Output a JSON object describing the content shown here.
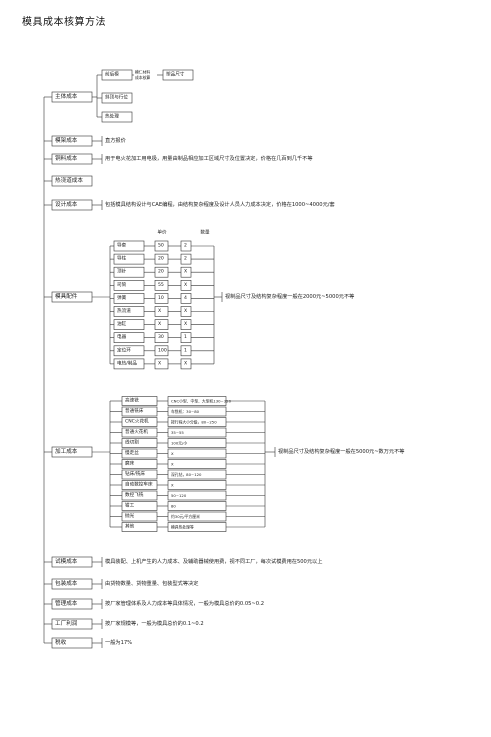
{
  "title": "模具成本核算方法",
  "categories": [
    {
      "label": "主体成本"
    },
    {
      "label": "模架成本",
      "desc": "直方报价"
    },
    {
      "label": "铜料成本",
      "desc": "用于电火花加工用电极，用量由制品相应加工区域尺寸及位置决定，价格在几百到几千不等"
    },
    {
      "label": "热浇道成本"
    },
    {
      "label": "设计成本",
      "desc": "包括模具结构设计与CAE编程，由结构复杂程度及设计人员人力成本决定，价格在1000~4000元/套"
    },
    {
      "label": "模具配件"
    },
    {
      "label": "加工成本"
    },
    {
      "label": "试模成本",
      "desc": "模具装配、上机产生的人力成本、及辅助器械使用费，视不同工厂，每次试模费用在500元以上"
    },
    {
      "label": "包装成本",
      "desc": "由货物数量、货物重量、包装型式等决定"
    },
    {
      "label": "管理成本",
      "desc": "按厂家管理体系及人力成本等具体情况，一般为模具总价的0.05~0.2"
    },
    {
      "label": "工厂利润",
      "desc": "按厂家规模等，一般为模具总价的0.1~0.2"
    },
    {
      "label": "税收",
      "desc": "一般为17%"
    }
  ],
  "main_body": {
    "items": [
      {
        "label": "前后模"
      },
      {
        "label": "斜顶与行位"
      },
      {
        "label": "热处理"
      }
    ],
    "sub_note_line1": "模仁材料",
    "sub_note_line2": "成本核算",
    "result": "塑品尺寸"
  },
  "parts": {
    "col_headers": [
      "单价",
      "数量"
    ],
    "rows": [
      {
        "name": "导套",
        "price": "50",
        "qty": "2"
      },
      {
        "name": "导柱",
        "price": "20",
        "qty": "2"
      },
      {
        "name": "顶针",
        "price": "20",
        "qty": "X"
      },
      {
        "name": "司筒",
        "price": "55",
        "qty": "X"
      },
      {
        "name": "弹簧",
        "price": "10",
        "qty": "4"
      },
      {
        "name": "热流道",
        "price": "X",
        "qty": "X"
      },
      {
        "name": "油缸",
        "price": "X",
        "qty": "X"
      },
      {
        "name": "电器",
        "price": "30",
        "qty": "1"
      },
      {
        "name": "定位环",
        "price": "100",
        "qty": "1"
      },
      {
        "name": "电热/制品",
        "price": "X",
        "qty": "X"
      }
    ],
    "result": "视制品尺寸及结构复杂程度一般在2000元~5000元不等"
  },
  "processing": {
    "rows": [
      {
        "name": "高速铣",
        "value": "CNC小型、中型、大型机130~320"
      },
      {
        "name": "普通铣床",
        "value": "车铣机：30~80"
      },
      {
        "name": "CNC火花机",
        "value": "按行程大小分级，80~250"
      },
      {
        "name": "普通火花机",
        "value": "35~55"
      },
      {
        "name": "线切割",
        "value": "100元/小"
      },
      {
        "name": "慢走丝",
        "value": "X"
      },
      {
        "name": "磨床",
        "value": "X"
      },
      {
        "name": "钻床/铣床",
        "value": "深孔钻，80~120"
      },
      {
        "name": "自动数控车床",
        "value": "X"
      },
      {
        "name": "数控飞铣",
        "value": "50~120"
      },
      {
        "name": "钳工",
        "value": "80"
      },
      {
        "name": "抛光",
        "value": "约30元/平方厘米"
      },
      {
        "name": "其他",
        "value": "模具热处理等"
      }
    ],
    "result": "视制品尺寸及结构复杂程度一般在5000元~数万元不等"
  }
}
